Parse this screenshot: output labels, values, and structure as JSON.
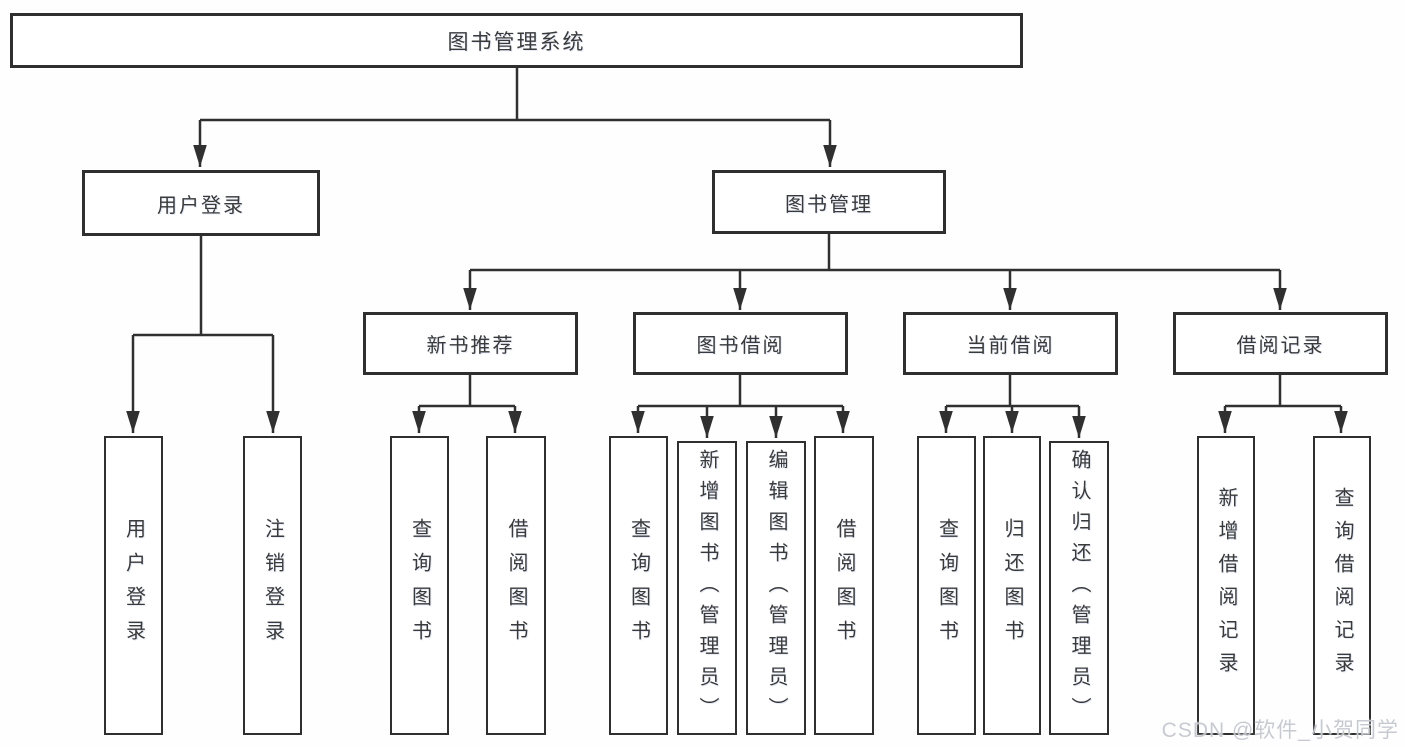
{
  "diagram": {
    "title": "图书管理系统",
    "root": {
      "label": "图书管理系统"
    },
    "level2": [
      {
        "id": "user-login",
        "label": "用户登录"
      },
      {
        "id": "book-management",
        "label": "图书管理"
      }
    ],
    "level3": [
      {
        "id": "new-book-recommend",
        "label": "新书推荐",
        "parent": "图书管理"
      },
      {
        "id": "book-borrowing",
        "label": "图书借阅",
        "parent": "图书管理"
      },
      {
        "id": "current-borrowing",
        "label": "当前借阅",
        "parent": "图书管理"
      },
      {
        "id": "borrowing-records",
        "label": "借阅记录",
        "parent": "图书管理"
      }
    ],
    "leaves": [
      {
        "id": "user-login-leaf",
        "label": "用户登录",
        "parent": "用户登录"
      },
      {
        "id": "logout",
        "label": "注销登录",
        "parent": "用户登录"
      },
      {
        "id": "query-books-1",
        "label": "查询图书",
        "parent": "新书推荐"
      },
      {
        "id": "borrow-books-1",
        "label": "借阅图书",
        "parent": "新书推荐"
      },
      {
        "id": "query-books-2",
        "label": "查询图书",
        "parent": "图书借阅"
      },
      {
        "id": "add-books-admin",
        "label": "新增图书（管理员）",
        "parent": "图书借阅"
      },
      {
        "id": "edit-books-admin",
        "label": "编辑图书（管理员）",
        "parent": "图书借阅"
      },
      {
        "id": "borrow-books-2",
        "label": "借阅图书",
        "parent": "图书借阅"
      },
      {
        "id": "query-books-3",
        "label": "查询图书",
        "parent": "当前借阅"
      },
      {
        "id": "return-books",
        "label": "归还图书",
        "parent": "当前借阅"
      },
      {
        "id": "confirm-return-admin",
        "label": "确认归还（管理员）",
        "parent": "当前借阅"
      },
      {
        "id": "add-borrow-record",
        "label": "新增借阅记录",
        "parent": "借阅记录"
      },
      {
        "id": "query-borrow-record",
        "label": "查询借阅记录",
        "parent": "借阅记录"
      }
    ]
  },
  "watermark": {
    "text": "CSDN @软件_小贺同学"
  },
  "colors": {
    "line": "#303030",
    "box_border": "#2f2f2f",
    "text": "#3a3a3a",
    "background": "#fefefe",
    "watermark": "#c4c7cf"
  }
}
